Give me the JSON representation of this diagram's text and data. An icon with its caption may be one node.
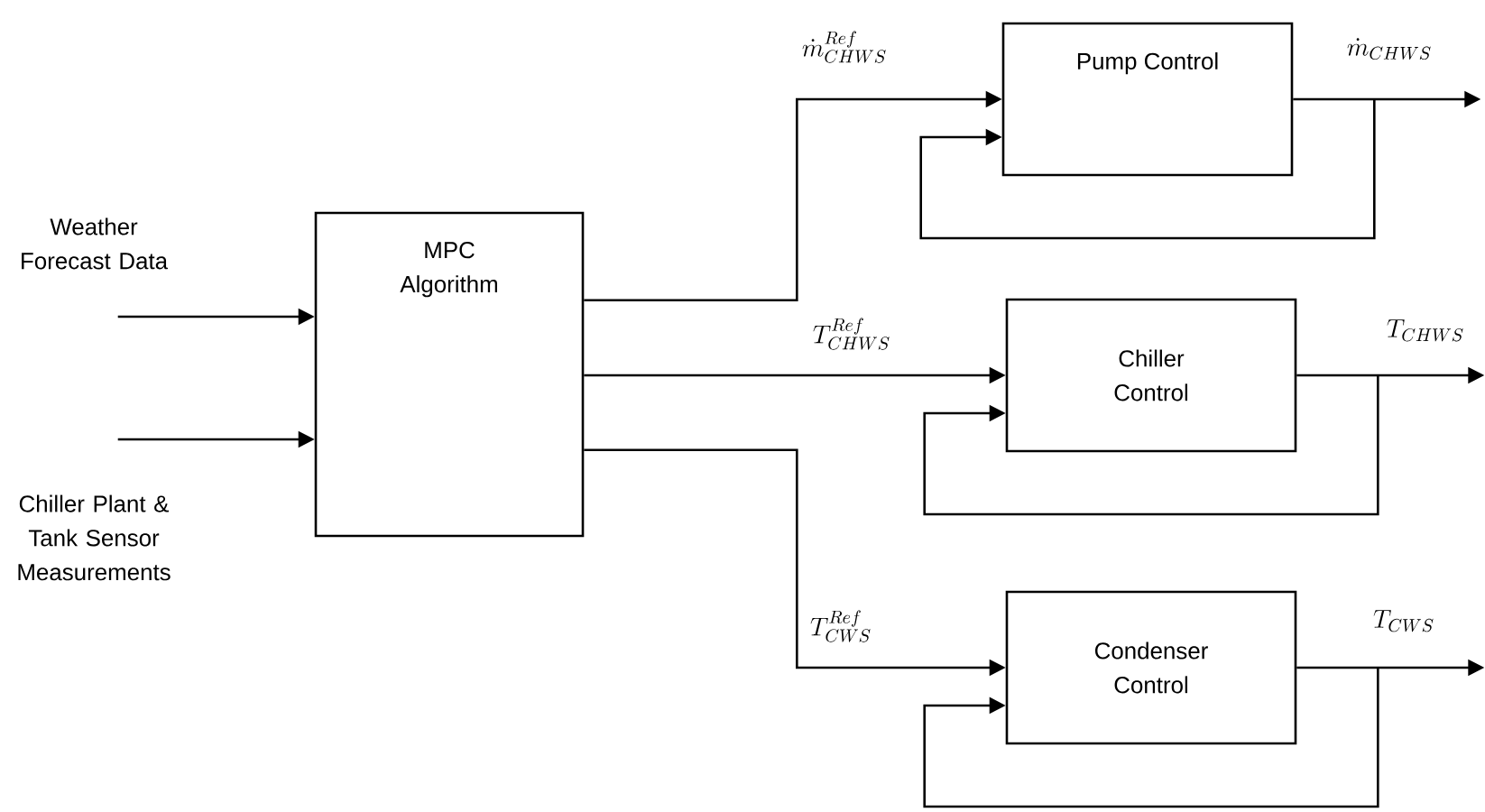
{
  "diagram": {
    "nodes": [
      {
        "text": [
          "MPC Algorithm"
        ]
      },
      {
        "text": [
          "Pump Control"
        ]
      },
      {
        "text": [
          "Chiller Control"
        ]
      },
      {
        "text": [
          "Condenser Control"
        ]
      }
    ],
    "edges": [
      {
        "from": null,
        "to": 0,
        "arrow": "to",
        "label": "Weather Forecast Data"
      },
      {
        "from": null,
        "to": 0,
        "arrow": "to",
        "label": "Chiller Plant & Tank Sensor Measurements"
      },
      {
        "from": 0,
        "to": 1,
        "arrow": "to",
        "label": "\\dot{m}_{CHWS}^{Ref}"
      },
      {
        "from": 0,
        "to": 2,
        "arrow": "to",
        "label": "T_{CHWS}^{Ref}"
      },
      {
        "from": 0,
        "to": 3,
        "arrow": "to",
        "label": "T_{CWS}^{Ref}"
      },
      {
        "from": 1,
        "to": null,
        "arrow": "to",
        "label": "\\dot{m}_{CHWS}"
      },
      {
        "from": 1,
        "to": 1,
        "arrow": "to"
      },
      {
        "from": 2,
        "to": null,
        "arrow": "to",
        "label": "T_{CHWS}"
      },
      {
        "from": 2,
        "to": 2,
        "arrow": "to"
      },
      {
        "from": 3,
        "to": null,
        "arrow": "to",
        "label": "T_{CWS}"
      },
      {
        "from": 3,
        "to": 3,
        "arrow": "to"
      }
    ]
  }
}
